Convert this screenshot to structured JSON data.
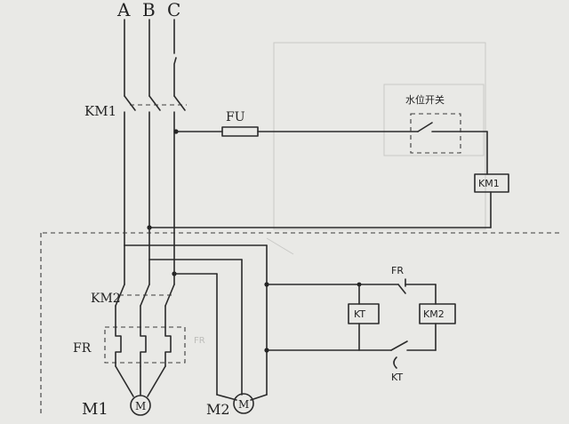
{
  "phases": [
    "A",
    "B",
    "C"
  ],
  "contactor_main": "KM1",
  "fuse": "FU",
  "float_switch": "水位开关",
  "coil_km1": "KM1",
  "contactor_2": "KM2",
  "overload": "FR",
  "overload_2": "FR",
  "overload_contact": "FR",
  "coil_kt": "KT",
  "coil_km2": "KM2",
  "timer_contact": "KT",
  "motor_1_label": "M1",
  "motor_2_label": "M2",
  "motor_symbol": "M"
}
